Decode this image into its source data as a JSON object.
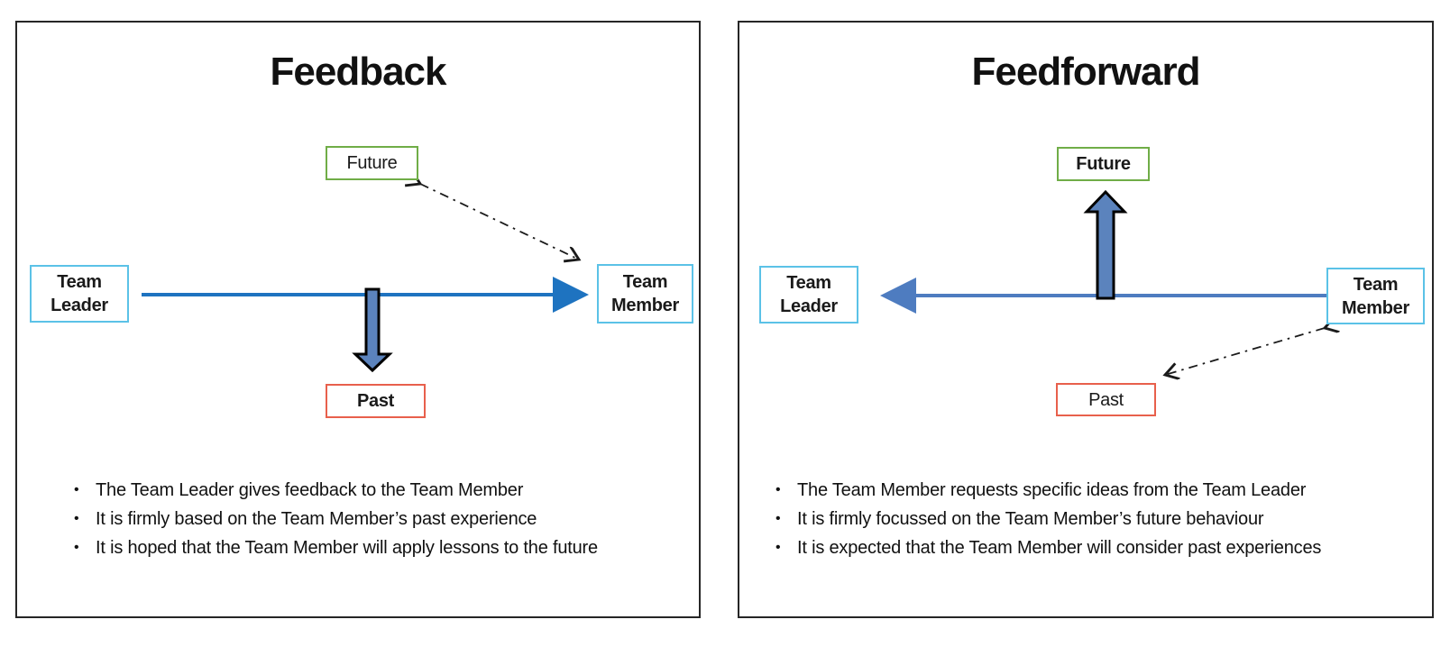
{
  "panels": [
    {
      "title": "Feedback",
      "boxes": {
        "future": "Future",
        "past": "Past",
        "team_leader": "Team Leader",
        "team_member": "Team Member"
      },
      "emphasis": {
        "future_bold": false,
        "past_bold": true
      },
      "arrows": {
        "horizontal": "team-leader-to-team-member-right",
        "block": "down-block-arrow-to-past",
        "dashed": "future-to-team-member-dash-dot-double"
      },
      "bullets": [
        "The Team Leader gives feedback to the Team Member",
        "It is firmly based on the Team Member’s past experience",
        "It is hoped that the Team Member will apply lessons to the future"
      ],
      "bullet_glyph": "•"
    },
    {
      "title": "Feedforward",
      "boxes": {
        "future": "Future",
        "past": "Past",
        "team_leader": "Team Leader",
        "team_member": "Team Member"
      },
      "emphasis": {
        "future_bold": true,
        "past_bold": false
      },
      "arrows": {
        "horizontal": "team-member-to-team-leader-left",
        "block": "up-block-arrow-to-future",
        "dashed": "past-to-team-member-dash-dot-double"
      },
      "bullets": [
        "The Team Member requests specific ideas from the Team Leader",
        "It is firmly focussed on the Team Member’s future behaviour",
        "It is expected that the Team Member will consider past experiences"
      ],
      "bullet_glyph": "•"
    }
  ],
  "colors": {
    "panel_border": "#262626",
    "title_text": "#111111",
    "team_box_border": "#5bc2e7",
    "future_box_border": "#70ad47",
    "past_box_border": "#e8604c",
    "horizontal_arrow_left_panel": "#1e73c0",
    "horizontal_arrow_right_panel": "#4e7cc0",
    "block_arrow_fill": "#5b83bd",
    "block_arrow_outline": "#000000",
    "dash_arrow": "#1a1a1a"
  }
}
